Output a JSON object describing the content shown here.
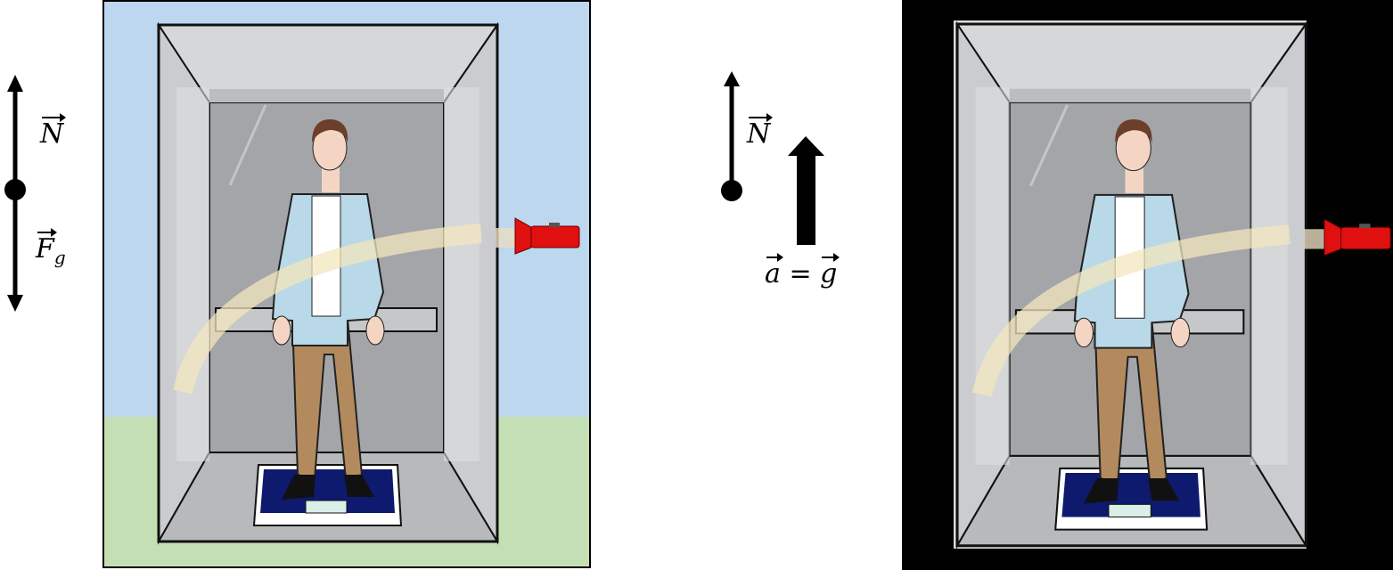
{
  "left_panel": {
    "fbd_labels": {
      "normal_force": "N",
      "gravity_force": "F",
      "gravity_subscript": "g"
    },
    "colors": {
      "sky": "#bcd7ee",
      "ground": "#c5dfb4"
    }
  },
  "right_panel": {
    "fbd_labels": {
      "normal_force": "N",
      "acceleration": "a",
      "equals": "=",
      "gravity": "g"
    },
    "colors": {
      "background": "#000000"
    }
  },
  "colors": {
    "flashlight": "#e01010",
    "shirt": "#b9d9e8",
    "pants": "#b38a5e",
    "scale": "#0d1a6e",
    "light_beam": "#f3e6bd"
  }
}
